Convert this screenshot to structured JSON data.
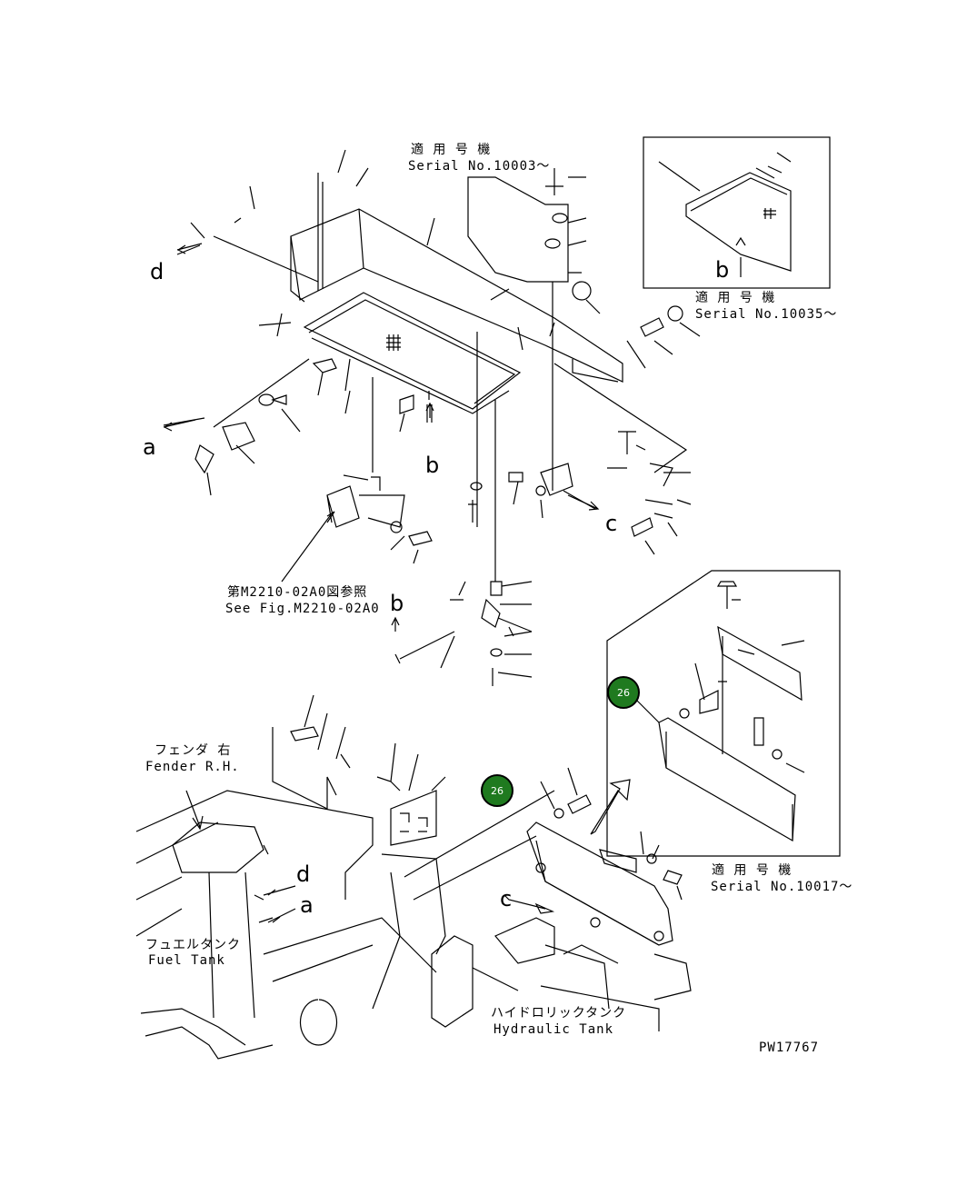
{
  "labels": {
    "serial_top_jp": "適 用 号 機",
    "serial_top_en": "Serial No.10003～",
    "serial_right_jp": "適 用 号 機",
    "serial_right_en": "Serial No.10035～",
    "serial_bottom_jp": "適 用 号 機",
    "serial_bottom_en": "Serial No.10017～",
    "see_fig_jp": "第M2210-02A0図参照",
    "see_fig_en": "See Fig.M2210-02A0",
    "fender_jp": "フェンダ 右",
    "fender_en": "Fender R.H.",
    "fuel_jp": "フュエルタンク",
    "fuel_en": "Fuel Tank",
    "hyd_jp": "ハイドロリックタンク",
    "hyd_en": "Hydraulic Tank",
    "drawing_no": "PW17767"
  },
  "view_letters": {
    "d1": "d",
    "a1": "a",
    "b1": "b",
    "b2": "b",
    "c1": "c",
    "b3": "b",
    "d2": "d",
    "a2": "a",
    "c2": "c"
  },
  "callouts": {
    "c1": "26",
    "c2": "26"
  },
  "colors": {
    "callout_fill": "#1f7a1f",
    "line": "#000000"
  }
}
